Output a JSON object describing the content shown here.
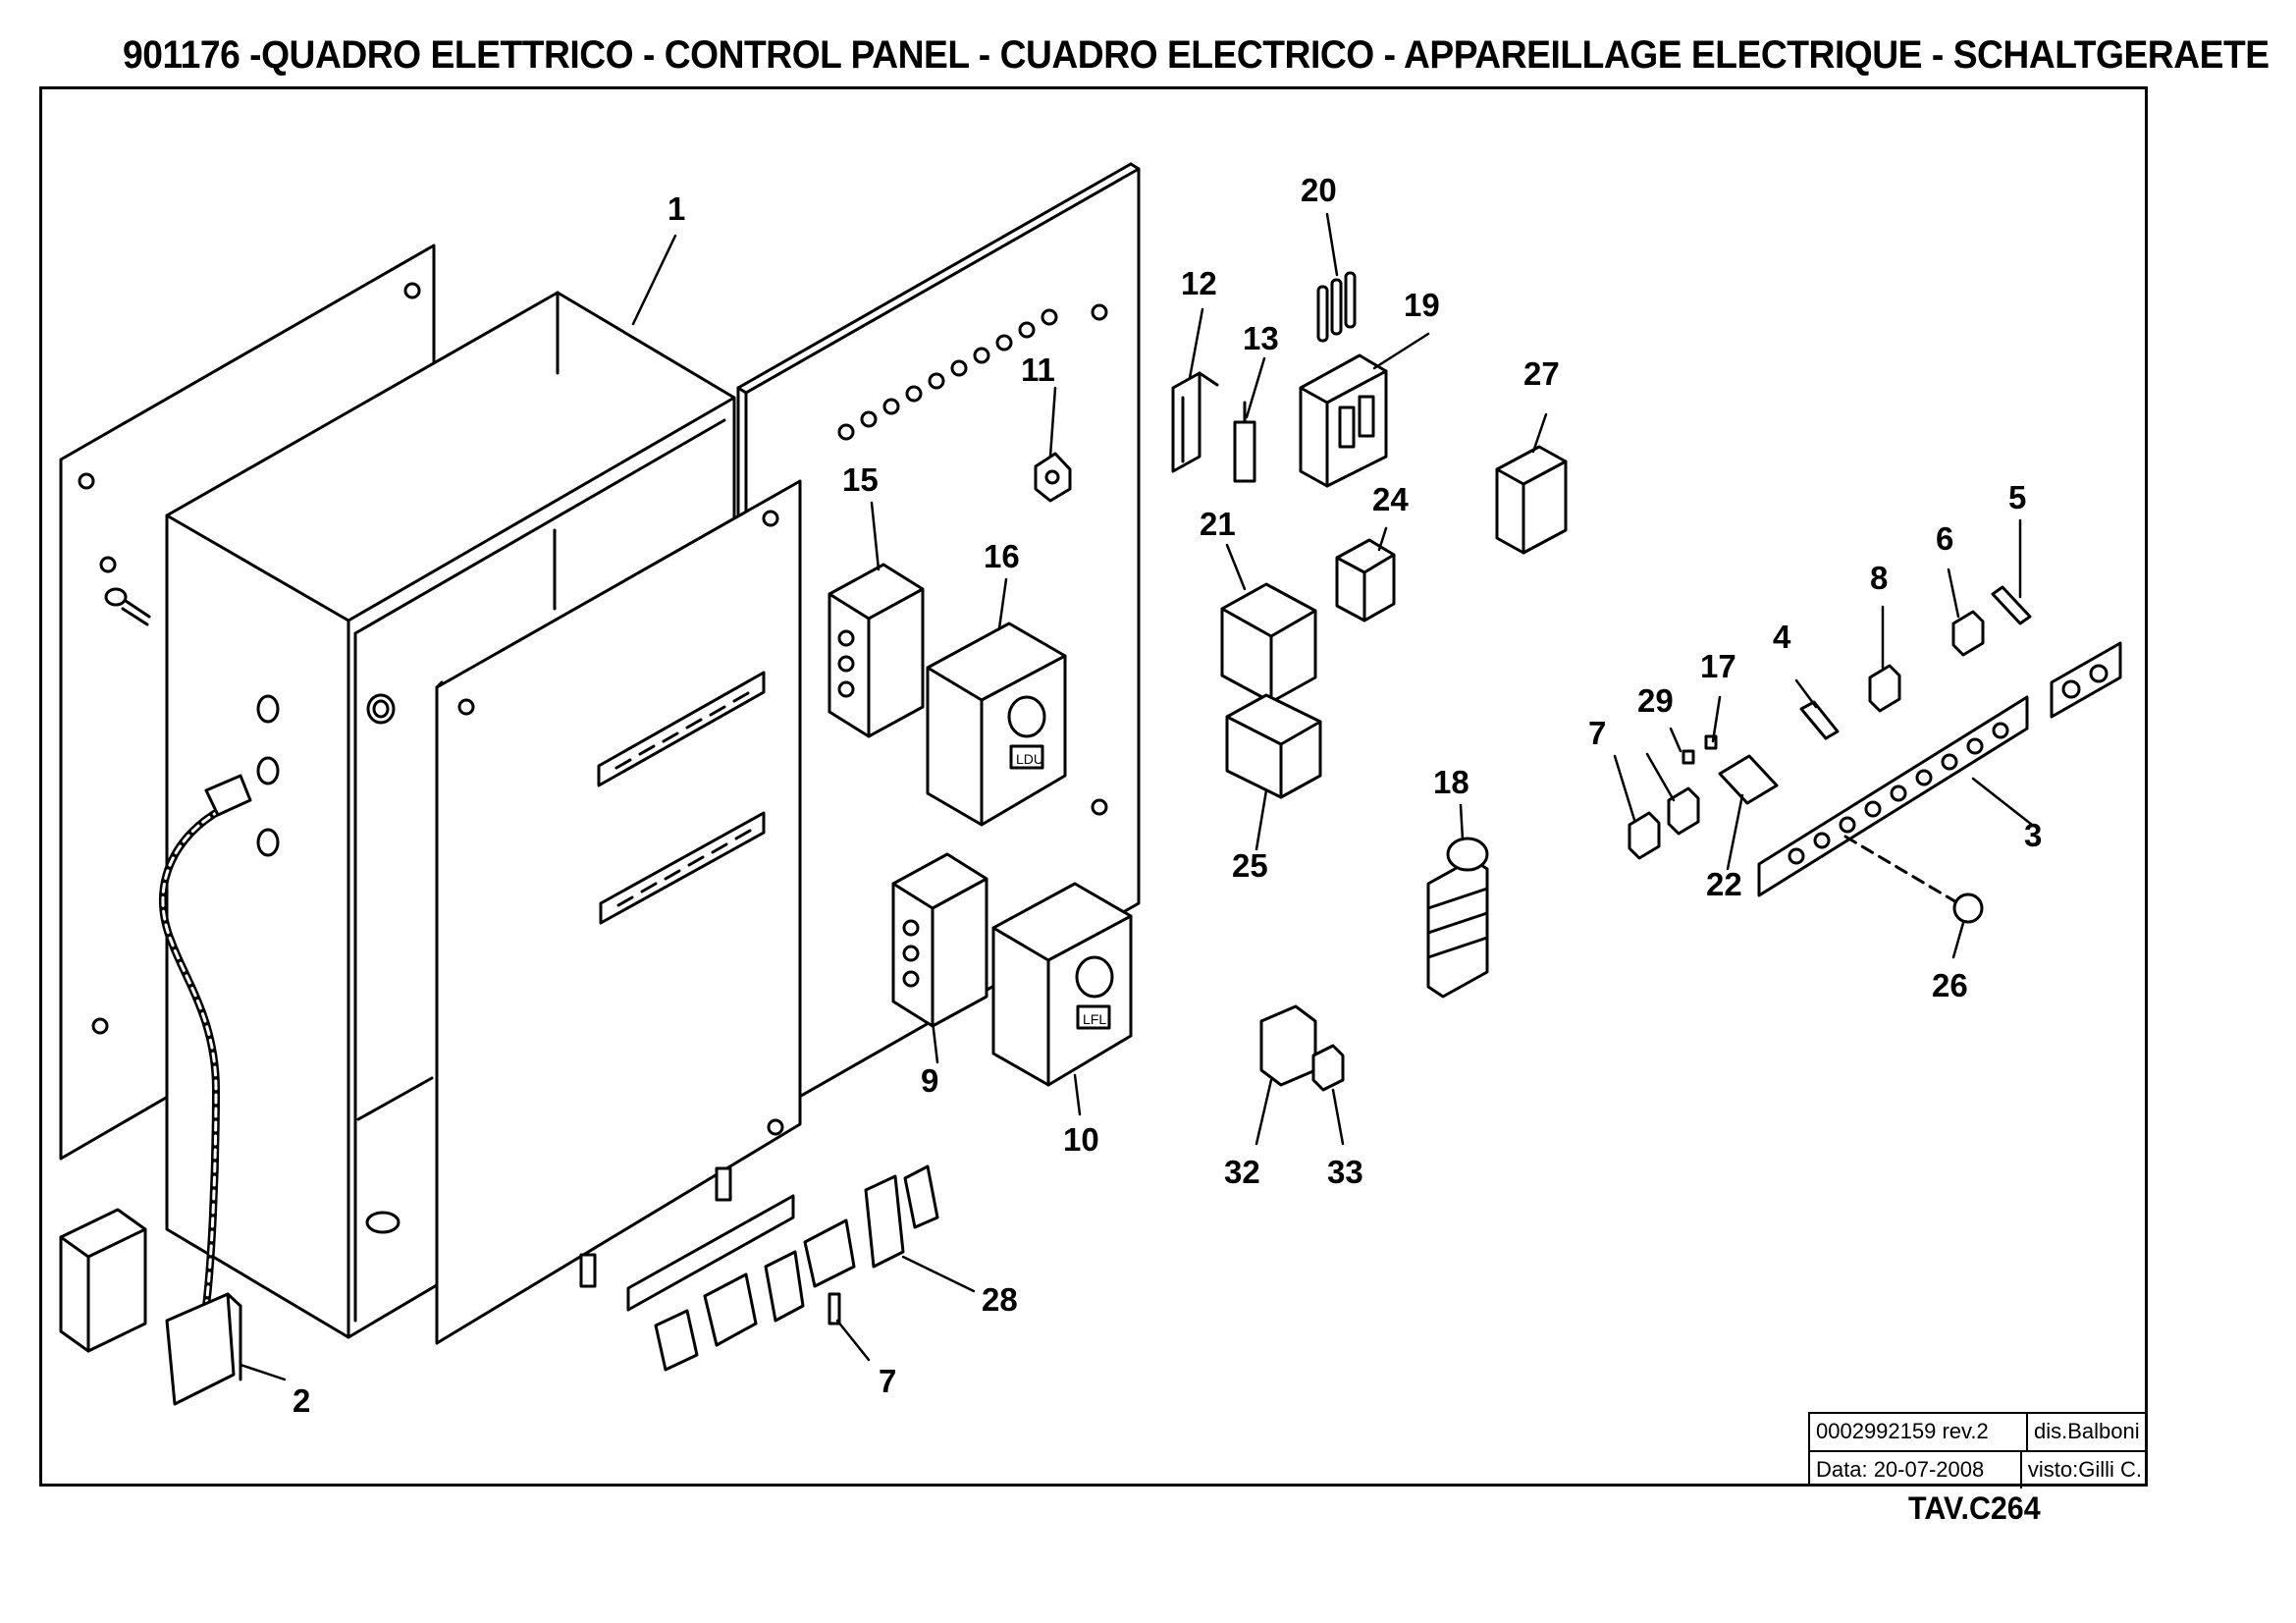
{
  "title": "901176 -QUADRO ELETTRICO - CONTROL PANEL - CUADRO ELECTRICO - APPAREILLAGE ELECTRIQUE - SCHALTGERAETE",
  "callouts": [
    "1",
    "2",
    "3",
    "4",
    "5",
    "6",
    "7",
    "8",
    "9",
    "10",
    "11",
    "12",
    "13",
    "15",
    "16",
    "17",
    "18",
    "19",
    "20",
    "21",
    "22",
    "24",
    "25",
    "26",
    "27",
    "28",
    "29",
    "32",
    "33",
    "7"
  ],
  "component_labels": {
    "ldu": "LDU",
    "lfl": "LFL"
  },
  "title_block": {
    "document_number": "0002992159 rev.2",
    "drawn_by": "dis.Balboni",
    "date": "Data:  20-07-2008",
    "checked_by": "visto:Gilli C."
  },
  "drawing_code": "TAV.C264"
}
